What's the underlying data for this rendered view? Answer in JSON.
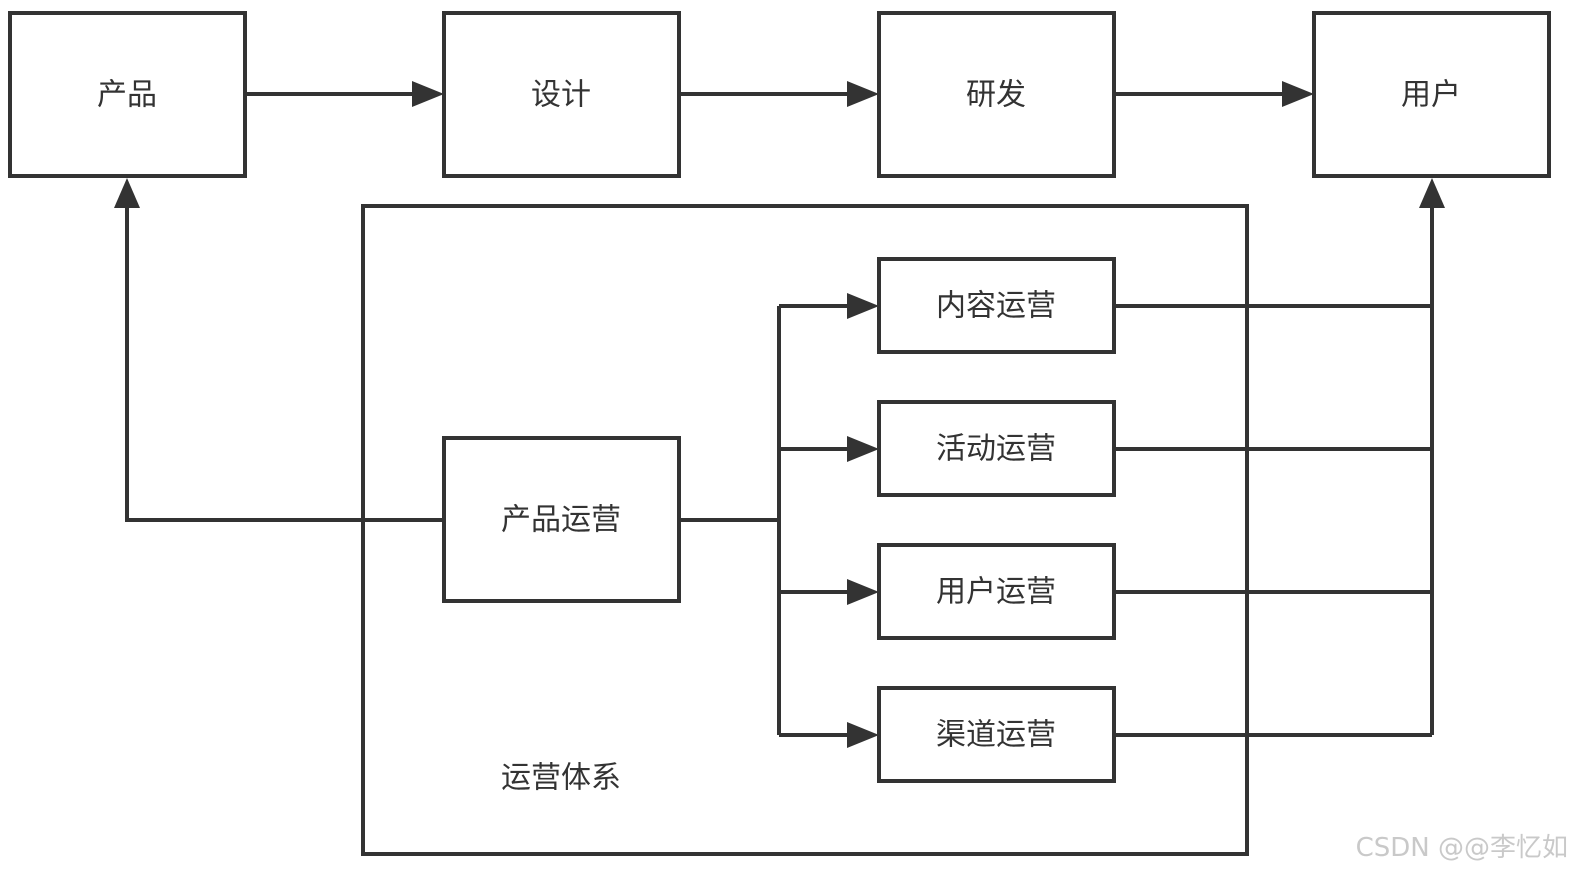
{
  "diagram": {
    "nodes": {
      "product": "产品",
      "design": "设计",
      "dev": "研发",
      "user": "用户",
      "product_ops": "产品运营",
      "content_ops": "内容运营",
      "activity_ops": "活动运营",
      "user_ops": "用户运营",
      "channel_ops": "渠道运营"
    },
    "group_label": "运营体系",
    "edges": [
      {
        "from": "产品",
        "to": "设计"
      },
      {
        "from": "设计",
        "to": "研发"
      },
      {
        "from": "研发",
        "to": "用户"
      },
      {
        "from": "产品运营",
        "to": "产品"
      },
      {
        "from": "产品运营",
        "to": "内容运营"
      },
      {
        "from": "产品运营",
        "to": "活动运营"
      },
      {
        "from": "产品运营",
        "to": "用户运营"
      },
      {
        "from": "产品运营",
        "to": "渠道运营"
      },
      {
        "from": "内容运营",
        "to": "用户"
      },
      {
        "from": "活动运营",
        "to": "用户"
      },
      {
        "from": "用户运营",
        "to": "用户"
      },
      {
        "from": "渠道运营",
        "to": "用户"
      }
    ]
  },
  "watermark": "CSDN @@李忆如",
  "colors": {
    "stroke": "#333333",
    "watermark": "#c9c9c9"
  }
}
